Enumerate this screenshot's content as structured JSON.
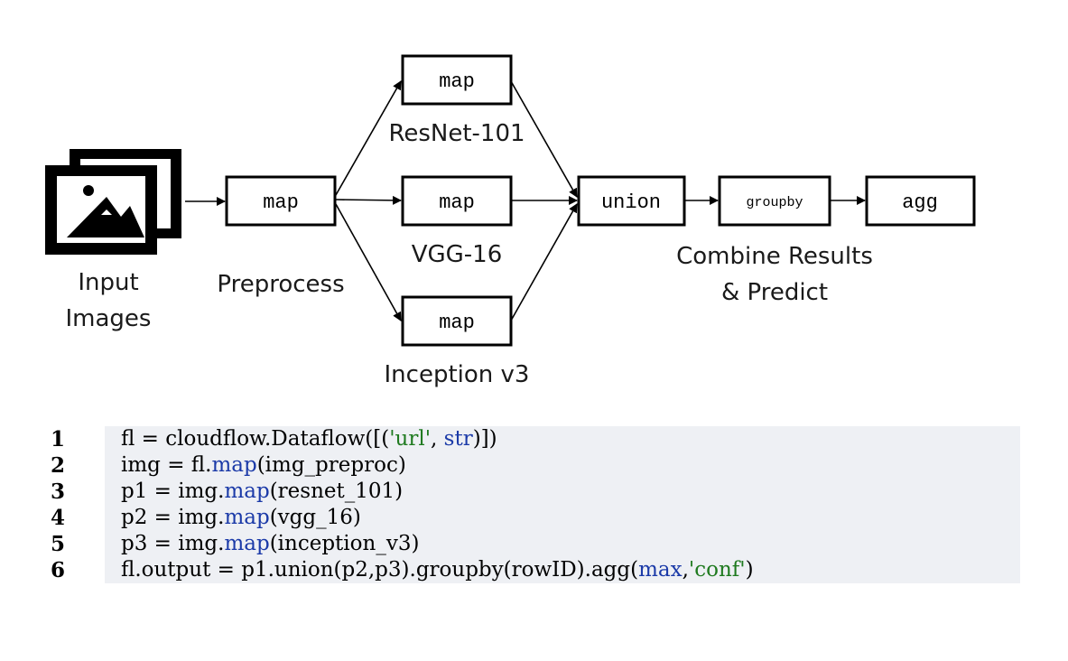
{
  "diagram": {
    "input_label_line1": "Input",
    "input_label_line2": "Images",
    "preprocess_box": "map",
    "preprocess_label": "Preprocess",
    "resnet_box": "map",
    "resnet_label": "ResNet-101",
    "vgg_box": "map",
    "vgg_label": "VGG-16",
    "inception_box": "map",
    "inception_label": "Inception v3",
    "union_box": "union",
    "groupby_box": "groupby",
    "agg_box": "agg",
    "combine_label_line1": "Combine Results",
    "combine_label_line2": "& Predict"
  },
  "code": {
    "lines": [
      {
        "num": "1",
        "parts": [
          {
            "t": "fl = cloudflow.Dataflow([(",
            "c": ""
          },
          {
            "t": "'url'",
            "c": "st"
          },
          {
            "t": ", ",
            "c": ""
          },
          {
            "t": "str",
            "c": "kw"
          },
          {
            "t": ")])",
            "c": ""
          }
        ]
      },
      {
        "num": "2",
        "parts": [
          {
            "t": "img = fl.",
            "c": ""
          },
          {
            "t": "map",
            "c": "kw"
          },
          {
            "t": "(img_preproc)",
            "c": ""
          }
        ]
      },
      {
        "num": "3",
        "parts": [
          {
            "t": "p1 = img.",
            "c": ""
          },
          {
            "t": "map",
            "c": "kw"
          },
          {
            "t": "(resnet_101)",
            "c": ""
          }
        ]
      },
      {
        "num": "4",
        "parts": [
          {
            "t": "p2 = img.",
            "c": ""
          },
          {
            "t": "map",
            "c": "kw"
          },
          {
            "t": "(vgg_16)",
            "c": ""
          }
        ]
      },
      {
        "num": "5",
        "parts": [
          {
            "t": "p3 = img.",
            "c": ""
          },
          {
            "t": "map",
            "c": "kw"
          },
          {
            "t": "(inception_v3)",
            "c": ""
          }
        ]
      },
      {
        "num": "6",
        "parts": [
          {
            "t": "fl.output = p1.union(p2,p3).groupby(rowID).agg(",
            "c": ""
          },
          {
            "t": "max",
            "c": "kw"
          },
          {
            "t": ",",
            "c": ""
          },
          {
            "t": "'conf'",
            "c": "st"
          },
          {
            "t": ")",
            "c": ""
          }
        ]
      }
    ]
  },
  "colors": {
    "keyword": "#1b3aa8",
    "string": "#1f7a1f",
    "code_bg": "#eef0f4"
  },
  "icons": {
    "input": "stacked-images-icon"
  }
}
